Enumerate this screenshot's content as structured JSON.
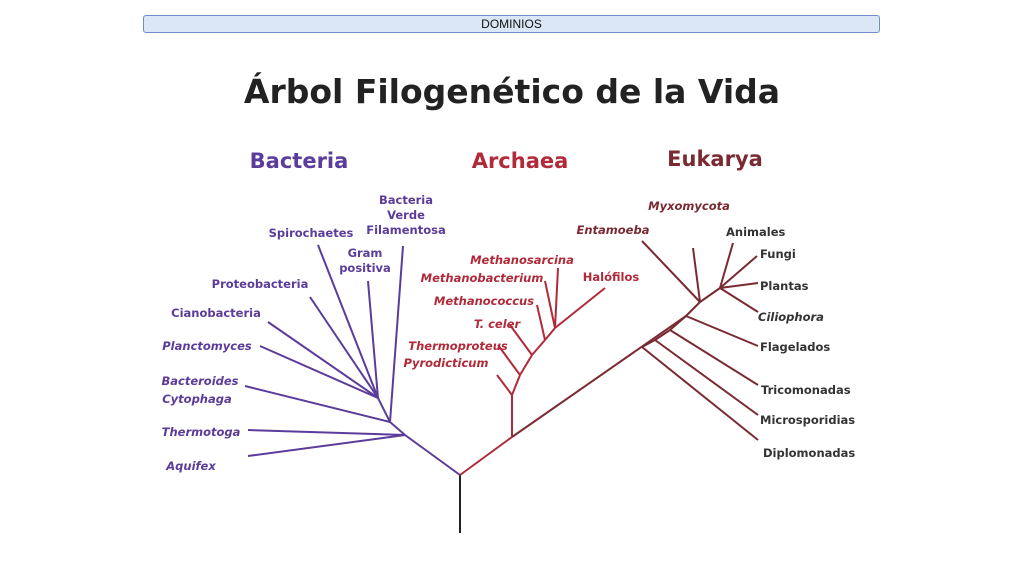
{
  "header": {
    "label": "DOMINIOS"
  },
  "title": "Árbol Filogenético de la Vida",
  "colors": {
    "bacteria": "#5b3c9a",
    "archaea": "#b02a3a",
    "eukarya": "#7a2a32",
    "trunk": "#222222",
    "header_bg": "#dbe6f6",
    "header_border": "#6f8fc7"
  },
  "domains": {
    "bacteria": "Bacteria",
    "archaea": "Archaea",
    "eukarya": "Eukarya"
  },
  "bacteria_labels": {
    "filamentosa_1": "Bacteria",
    "filamentosa_2": "Verde",
    "filamentosa_3": "Filamentosa",
    "spirochaetes": "Spirochaetes",
    "gram_1": "Gram",
    "gram_2": "positiva",
    "proteobacteria": "Proteobacteria",
    "cianobacteria": "Cianobacteria",
    "planctomyces": "Planctomyces",
    "bacteroides": "Bacteroides",
    "cytophaga": "Cytophaga",
    "thermotoga": "Thermotoga",
    "aquifex": "Aquifex"
  },
  "archaea_labels": {
    "methanosarcina": "Methanosarcina",
    "methanobacterium": "Methanobacterium",
    "halofilos": "Halófilos",
    "methanococcus": "Methanococcus",
    "tceler": "T. celer",
    "thermoproteus": "Thermoproteus",
    "pyrodicticum": "Pyrodicticum"
  },
  "eukarya_labels": {
    "myxomycota": "Myxomycota",
    "entamoeba": "Entamoeba",
    "animales": "Animales",
    "fungi": "Fungi",
    "plantas": "Plantas",
    "ciliophora": "Ciliophora",
    "flagelados": "Flagelados",
    "tricomonadas": "Tricomonadas",
    "microsporidias": "Microsporidias",
    "diplomonadas": "Diplomonadas"
  }
}
